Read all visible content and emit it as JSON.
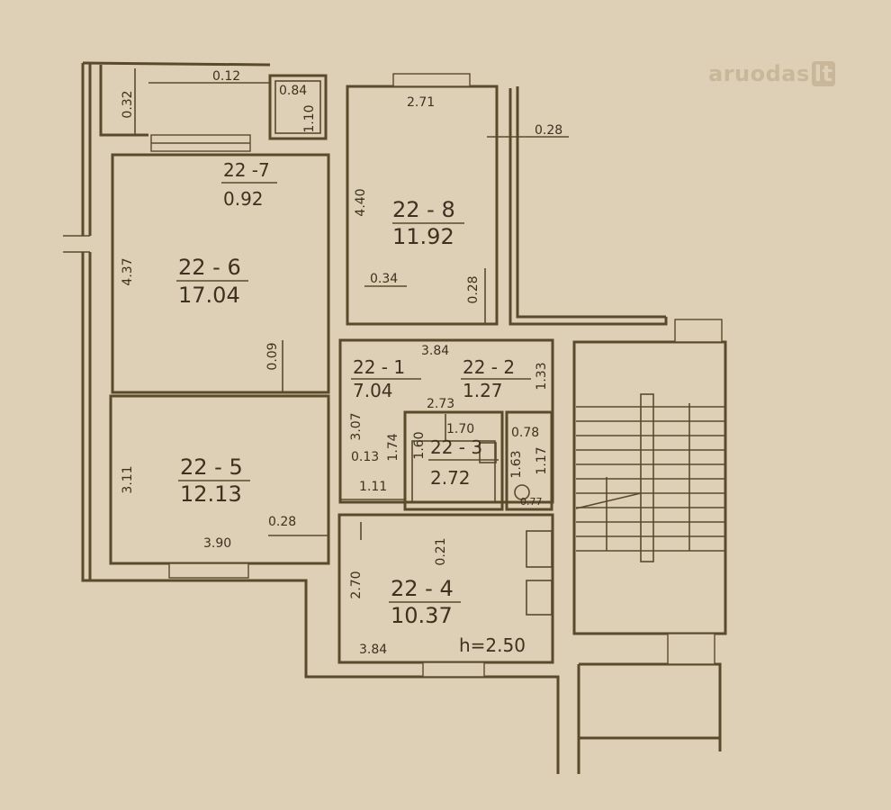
{
  "watermark": {
    "name": "aruodas",
    "tld": "lt"
  },
  "rooms": [
    {
      "id": "22 -7",
      "area": "0.92"
    },
    {
      "id": "22 - 8",
      "area": "11.92"
    },
    {
      "id": "22 - 6",
      "area": "17.04"
    },
    {
      "id": "22 - 1",
      "area": "7.04"
    },
    {
      "id": "22 - 2",
      "area": "1.27"
    },
    {
      "id": "22 - 3",
      "area": "2.72"
    },
    {
      "id": "22 - 5",
      "area": "12.13"
    },
    {
      "id": "22 - 4",
      "area": "10.37"
    }
  ],
  "ceiling_height": "h=2.50",
  "dimensions": {
    "d_032": "0.32",
    "d_012": "0.12",
    "d_084": "0.84",
    "d_110": "1.10",
    "d_271": "2.71",
    "d_028_top": "0.28",
    "d_440": "4.40",
    "d_437": "4.37",
    "d_034": "0.34",
    "d_028_mid": "0.28",
    "d_009": "0.09",
    "d_384_top": "3.84",
    "d_133": "1.33",
    "d_273": "2.73",
    "d_307": "3.07",
    "d_170": "1.70",
    "d_160": "1.60",
    "d_174": "1.74",
    "d_078": "0.78",
    "d_163": "1.63",
    "d_117": "1.17",
    "d_013": "0.13",
    "d_311": "3.11",
    "d_111": "1.11",
    "d_077": "0.77",
    "d_021": "0.21",
    "d_028_low": "0.28",
    "d_390": "3.90",
    "d_270": "2.70",
    "d_384_bot": "3.84"
  }
}
